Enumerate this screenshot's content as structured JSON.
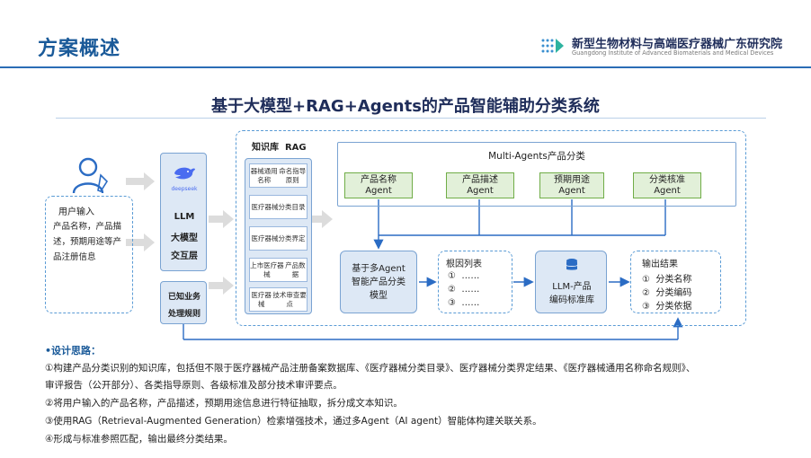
{
  "header": {
    "title": "方案概述",
    "org_name": "新型生物材料与高端医疗器械广东研究院",
    "org_name_en": "Guangdong Institute of Advanced Biomaterials and Medical Devices"
  },
  "main_title": "基于大模型+RAG+Agents的产品智能辅助分类系统",
  "user": {
    "title": "用户输入",
    "desc_lines": [
      "产品名称，产品描",
      "述，预期用途等产",
      "品注册信息"
    ]
  },
  "llm": {
    "logo_text": "deepseek",
    "lines": [
      "LLM",
      "大模型",
      "交互层"
    ]
  },
  "known_rules": {
    "lines": [
      "已知业务",
      "处理规则"
    ]
  },
  "kb": {
    "title": "知识库  RAG",
    "items": [
      [
        "器械通用名称",
        "命名指导原则"
      ],
      [
        "医疗器械",
        "分类目录"
      ],
      [
        "医疗器械",
        "分类界定"
      ],
      [
        "上市医疗器械",
        "产品数据"
      ],
      [
        "医疗器械",
        "技术审查要点"
      ]
    ]
  },
  "multi_agents": {
    "title": "Multi-Agents产品分类",
    "agents": [
      [
        "产品名称",
        "Agent"
      ],
      [
        "产品描述",
        "Agent"
      ],
      [
        "预期用途",
        "Agent"
      ],
      [
        "分类核准",
        "Agent"
      ]
    ]
  },
  "core_model": {
    "lines": [
      "基于多Agent",
      "智能产品分类",
      "模型"
    ]
  },
  "root_list": {
    "title": "根因列表",
    "items": [
      "①  ……",
      "②  ……",
      "③  ……"
    ]
  },
  "llm_lib": {
    "lines": [
      "LLM-产品",
      "编码标准库"
    ]
  },
  "output": {
    "title": "输出结果",
    "items": [
      "①  分类名称",
      "②  分类编码",
      "③  分类依据"
    ]
  },
  "notes": {
    "heading": "•设计思路：",
    "lines": [
      "①构建产品分类识别的知识库，包括但不限于医疗器械产品注册备案数据库、《医疗器械分类目录》、医疗器械分类界定结果、《医疗器械通用名称命名规则》、",
      "审评报告（公开部分）、各类指导原则、各级标准及部分技术审评要点。",
      "②将用户输入的产品名称，产品描述，预期用途信息进行特征抽取，拆分成文本知识。",
      "③使用RAG（Retrieval-Augmented Generation）检索增强技术，通过多Agent（AI agent）智能体构建关联关系。",
      "④形成与标准参照匹配，输出最终分类结果。"
    ]
  },
  "colors": {
    "title_blue": "#1a5a99",
    "box_blue": "#dde8f5",
    "agent_green": "#e2f0d9",
    "line_blue": "#2b6cc4",
    "dash_blue": "#5a9bd5"
  }
}
